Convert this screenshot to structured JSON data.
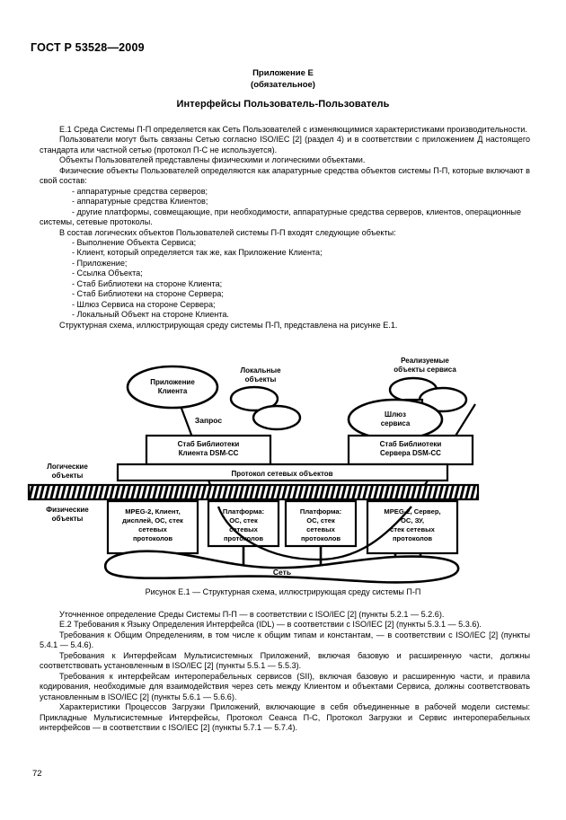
{
  "header": {
    "standard_code": "ГОСТ Р 53528—2009"
  },
  "annex": {
    "line1": "Приложение Е",
    "line2": "(обязательное)"
  },
  "title": "Интерфейсы Пользователь-Пользователь",
  "body_top": {
    "paragraphs": [
      "Е.1 Среда Системы П-П определяется как Сеть Пользователей с изменяющимися характеристиками производительности.",
      "Пользователи могут быть связаны Сетью согласно ISO/IEC [2] (раздел 4) и в соответствии с приложением Д настоящего стандарта или частной сетью (протокол П-С не используется).",
      "Объекты Пользователей представлены физическими и логическими объектами.",
      "Физические объекты Пользователей определяются как апаратурные средства объектов системы П-П, которые включают в свой состав:"
    ],
    "physical_list": [
      "- аппаратурные средства серверов;",
      "- аппаратурные средства Клиентов;",
      "- другие платформы, совмещающие, при необходимости, аппаратурные средства серверов, клиентов, операционные системы, сетевые протоколы."
    ],
    "logical_intro": "В состав логических объектов Пользователей системы П-П входят следующие объекты:",
    "logical_list": [
      "- Выполнение Объекта Сервиса;",
      "- Клиент, который определяется так же, как Приложение Клиента;",
      "- Приложение;",
      "- Ссылка Объекта;",
      "- Стаб Библиотеки на стороне Клиента;",
      "- Стаб Библиотеки на стороне Сервера;",
      "- Шлюз Сервиса на стороне Сервера;",
      "- Локальный Объект на стороне Клиента."
    ],
    "closing": "Структурная схема, иллюстрирующая среду системы П-П, представлена на рисунке Е.1."
  },
  "figure": {
    "caption": "Рисунок Е.1 — Структурная схема, иллюстрирующая среду системы П-П",
    "labels": {
      "client_app_line1": "Приложение",
      "client_app_line2": "Клиента",
      "local_objects_line1": "Локальные",
      "local_objects_line2": "объекты",
      "service_objects_line1": "Реализуемые",
      "service_objects_line2": "объекты сервиса",
      "service_gateway_line1": "Шлюз",
      "service_gateway_line2": "сервиса",
      "request": "Запрос",
      "client_stub_line1": "Стаб Библиотеки",
      "client_stub_line2": "Клиента DSM-CC",
      "server_stub_line1": "Стаб Библиотеки",
      "server_stub_line2": "Сервера DSM-CC",
      "network_objects_protocol": "Протокол сетевых объектов",
      "logical_objects_line1": "Логические",
      "logical_objects_line2": "объекты",
      "physical_objects_line1": "Физические",
      "physical_objects_line2": "объекты",
      "network": "Сеть"
    },
    "physical_boxes": [
      [
        "MPEG-2, Клиент,",
        "дисплей, ОС, стек",
        "сетевых",
        "протоколов"
      ],
      [
        "Платформа:",
        "ОС, стек",
        "сетевых",
        "протоколов"
      ],
      [
        "Платформа:",
        "ОС, стек",
        "сетевых",
        "протоколов"
      ],
      [
        "MPEG-2, Сервер,",
        "ОС, ЗУ,",
        "стек сетевых",
        "протоколов"
      ]
    ]
  },
  "body_bottom": {
    "paragraphs": [
      "Уточненное определение Среды Системы П-П — в соответствии с ISO/IEC [2] (пункты 5.2.1 — 5.2.6).",
      "Е.2 Требования к Языку Определения Интерфейса (IDL) — в соответствии с ISO/IEC [2] (пункты 5.3.1 — 5.3.6).",
      "Требования к Общим Определениям, в том числе к общим типам и константам, — в соответствии с ISO/IEC [2] (пункты 5.4.1 — 5.4.6).",
      "Требования к Интерфейсам Мультисистемных Приложений, включая базовую и расширенную части, должны соответствовать установленным в ISO/IEC [2] (пункты 5.5.1 — 5.5.3).",
      "Требования к интерфейсам интероперабельных сервисов (SII), включая базовую и расширенную части, и правила кодирования, необходимые для взаимодействия через сеть между Клиентом и объектами Сервиса, должны соответствовать установленным в ISO/IEC [2] (пункты 5.6.1 — 5.6.6).",
      "Характеристики Процессов Загрузки Приложений, включающие в себя объединенные в рабочей модели системы: Прикладные Мультисистемные Интерфейсы, Протокол Сеанса П-С, Протокол Загрузки и Сервис интероперабельных интерфейсов — в соответствии с ISO/IEC [2] (пункты 5.7.1 — 5.7.4)."
    ]
  },
  "page_number": "72"
}
